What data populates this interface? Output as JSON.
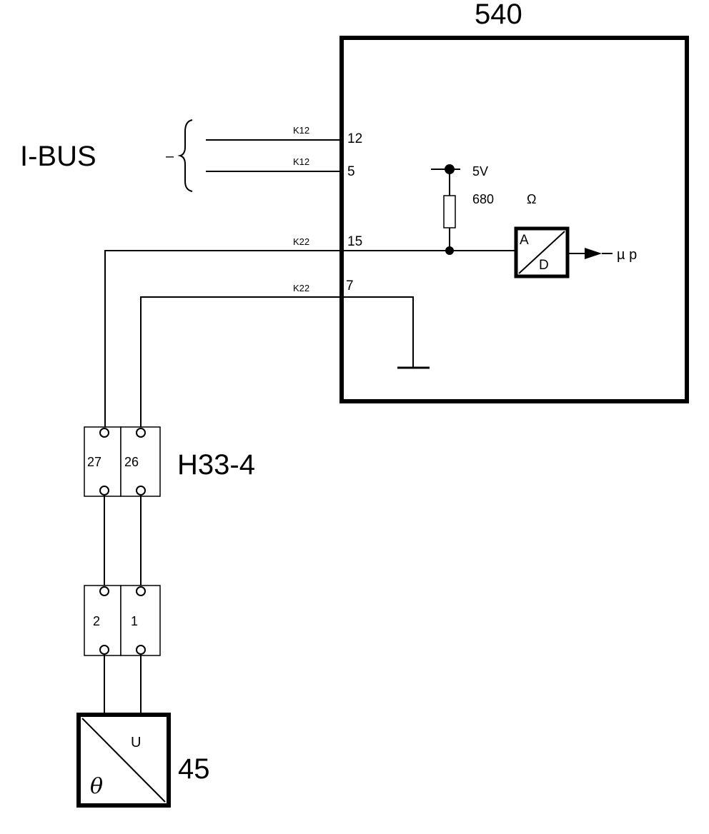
{
  "module": {
    "id": "540"
  },
  "bus": {
    "label": "I-BUS",
    "dash": "–"
  },
  "pins": {
    "p12": "12",
    "p5": "5",
    "p15": "15",
    "p7": "7"
  },
  "wires": {
    "w12": "K12",
    "w5": "K12",
    "w15": "K22",
    "w7": "K22"
  },
  "supply": {
    "voltage": "5V",
    "resistor": "680",
    "ohm": "Ω"
  },
  "converter": {
    "a": "A",
    "d": "D",
    "output": "µ  p"
  },
  "connector": {
    "label": "H33-4",
    "t27": "27",
    "t26": "26"
  },
  "sensor_connector": {
    "t2": "2",
    "t1": "1"
  },
  "sensor": {
    "id": "45",
    "u": "U",
    "theta": "θ"
  }
}
